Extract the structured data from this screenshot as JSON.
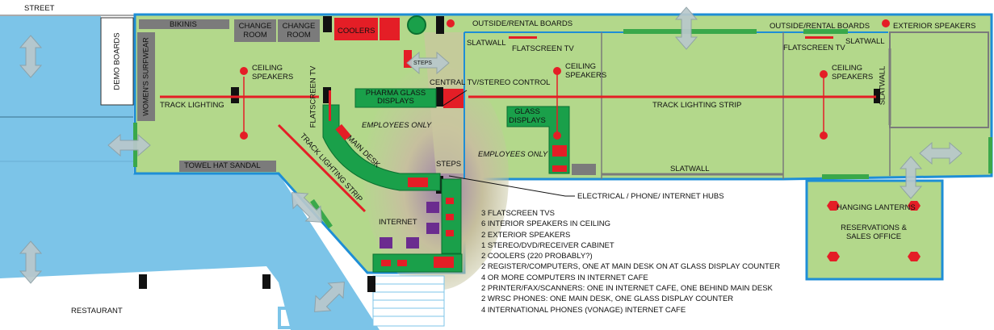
{
  "street_label": "STREET",
  "restaurant_label": "RESTAURANT",
  "labels": {
    "demo_boards": "DEMO BOARDS",
    "womens_surfwear": "WOMEN'S SURFWEAR",
    "bikinis": "BIKINIS",
    "change_room": "CHANGE ROOM",
    "coolers": "COOLERS",
    "ceiling_speakers": "CEILING SPEAKERS",
    "track_lighting": "TRACK LIGHTING",
    "flatscreen_tv": "FLATSCREEN TV",
    "steps": "STEPS",
    "pharma_glass_displays": "PHARMA GLASS DISPLAYS",
    "central_tv": "CENTRAL TV/STEREO CONTROL",
    "employees_only": "EMPLOYEES ONLY",
    "main_desk": "MAIN DESK",
    "track_lighting_strip": "TRACK LIGHTING STRIP",
    "towel_hat_sandal": "TOWEL HAT SANDAL",
    "internet": "INTERNET",
    "outside_rental_boards": "OUTSIDE/RENTAL BOARDS",
    "slatwall": "SLATWALL",
    "glass_displays": "GLASS DISPLAYS",
    "exterior_speakers": "EXTERIOR SPEAKERS",
    "hanging_lanterns": "HANGING LANTERNS",
    "reservations_sales": "RESERVATIONS & SALES OFFICE",
    "electrical_hubs": "ELECTRICAL / PHONE/ INTERNET HUBS"
  },
  "equipment_list": [
    "3 FLATSCREEN TVS",
    "6 INTERIOR SPEAKERS IN CEILING",
    "2 EXTERIOR SPEAKERS",
    "1 STEREO/DVD/RECEIVER CABINET",
    "2 COOLERS (220 PROBABLY?)",
    "2 REGISTER/COMPUTERS, ONE AT MAIN DESK ON AT GLASS DISPLAY COUNTER",
    "4 OR MORE COMPUTERS IN INTERNET CAFE",
    "2 PRINTER/FAX/SCANNERS:  ONE IN INTERNET CAFE,  ONE BEHIND MAIN DESK",
    "2 WRSC PHONES:  ONE MAIN DESK, ONE GLASS DISPLAY COUNTER",
    "4 INTERNATIONAL PHONES  (VONAGE) INTERNET CAFE"
  ],
  "colors": {
    "water": "#7cc4e8",
    "floor": "#b3d88b",
    "wall": "#1e8ed6",
    "desk": "#1aa04a",
    "fixture_red": "#e41e26",
    "shelf_gray": "#7b7b7b",
    "computer_purple": "#6b2c8f"
  }
}
